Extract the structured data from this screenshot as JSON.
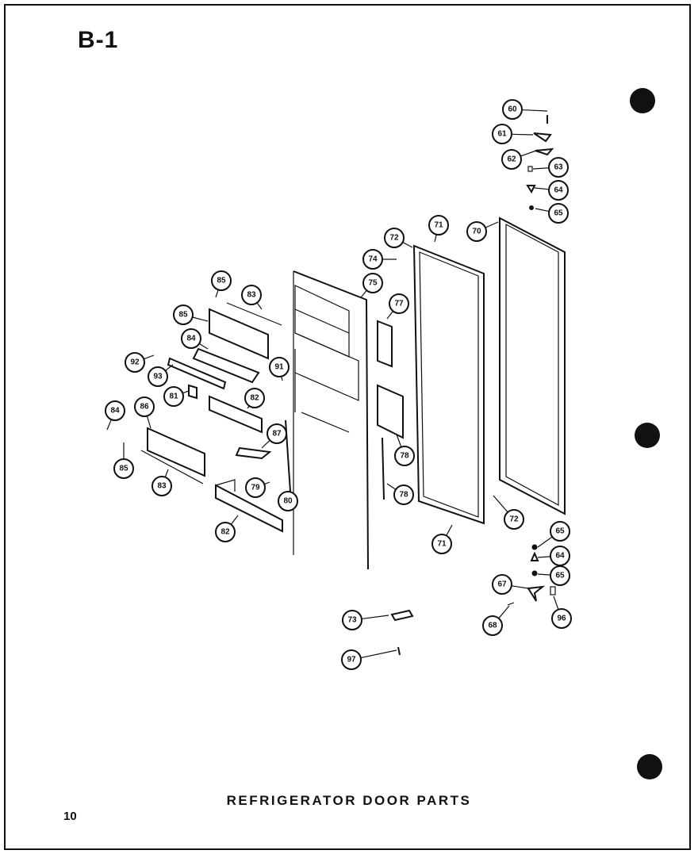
{
  "sheet_id": "B-1",
  "title": "REFRIGERATOR DOOR PARTS",
  "page_number": "10",
  "callouts": [
    {
      "id": "c60a",
      "label": "60"
    },
    {
      "id": "c61",
      "label": "61"
    },
    {
      "id": "c62",
      "label": "62"
    },
    {
      "id": "c63",
      "label": "63"
    },
    {
      "id": "c64a",
      "label": "64"
    },
    {
      "id": "c65a",
      "label": "65"
    },
    {
      "id": "c70",
      "label": "70"
    },
    {
      "id": "c71a",
      "label": "71"
    },
    {
      "id": "c72a",
      "label": "72"
    },
    {
      "id": "c74",
      "label": "74"
    },
    {
      "id": "c75",
      "label": "75"
    },
    {
      "id": "c77",
      "label": "77"
    },
    {
      "id": "c85a",
      "label": "85"
    },
    {
      "id": "c83a",
      "label": "83"
    },
    {
      "id": "c85b",
      "label": "85"
    },
    {
      "id": "c84a",
      "label": "84"
    },
    {
      "id": "c92",
      "label": "92"
    },
    {
      "id": "c93",
      "label": "93"
    },
    {
      "id": "c91",
      "label": "91"
    },
    {
      "id": "c81",
      "label": "81"
    },
    {
      "id": "c82a",
      "label": "82"
    },
    {
      "id": "c78a",
      "label": "78"
    },
    {
      "id": "c84b",
      "label": "84"
    },
    {
      "id": "c86",
      "label": "86"
    },
    {
      "id": "c87",
      "label": "87"
    },
    {
      "id": "c85c",
      "label": "85"
    },
    {
      "id": "c83b",
      "label": "83"
    },
    {
      "id": "c79",
      "label": "79"
    },
    {
      "id": "c80",
      "label": "80"
    },
    {
      "id": "c78b",
      "label": "78"
    },
    {
      "id": "c82b",
      "label": "82"
    },
    {
      "id": "c71b",
      "label": "71"
    },
    {
      "id": "c72b",
      "label": "72"
    },
    {
      "id": "c65b",
      "label": "65"
    },
    {
      "id": "c64b",
      "label": "64"
    },
    {
      "id": "c65c",
      "label": "65"
    },
    {
      "id": "c67",
      "label": "67"
    },
    {
      "id": "c96",
      "label": "96"
    },
    {
      "id": "c68",
      "label": "68"
    },
    {
      "id": "c73",
      "label": "73"
    },
    {
      "id": "c97",
      "label": "97"
    }
  ]
}
